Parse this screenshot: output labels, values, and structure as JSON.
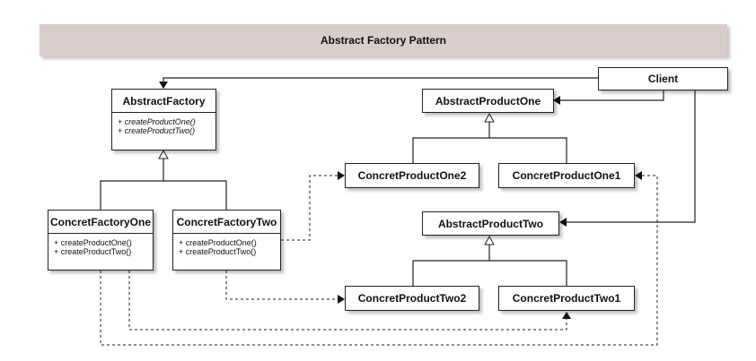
{
  "title": "Abstract Factory Pattern",
  "client": {
    "label": "Client"
  },
  "abstract_factory": {
    "name": "AbstractFactory",
    "methods": [
      "+ createProductOne()",
      "+ createProductTwo()"
    ]
  },
  "concrete_factory_one": {
    "name": "ConcretFactoryOne",
    "methods": [
      "+ createProductOne()",
      "+ createProductTwo()"
    ]
  },
  "concrete_factory_two": {
    "name": "ConcretFactoryTwo",
    "methods": [
      "+ createProductOne()",
      "+ createProductTwo()"
    ]
  },
  "abstract_product_one": {
    "name": "AbstractProductOne"
  },
  "concrete_product_one_2": {
    "name": "ConcretProductOne2"
  },
  "concrete_product_one_1": {
    "name": "ConcretProductOne1"
  },
  "abstract_product_two": {
    "name": "AbstractProductTwo"
  },
  "concrete_product_two_2": {
    "name": "ConcretProductTwo2"
  },
  "concrete_product_two_1": {
    "name": "ConcretProductTwo1"
  }
}
